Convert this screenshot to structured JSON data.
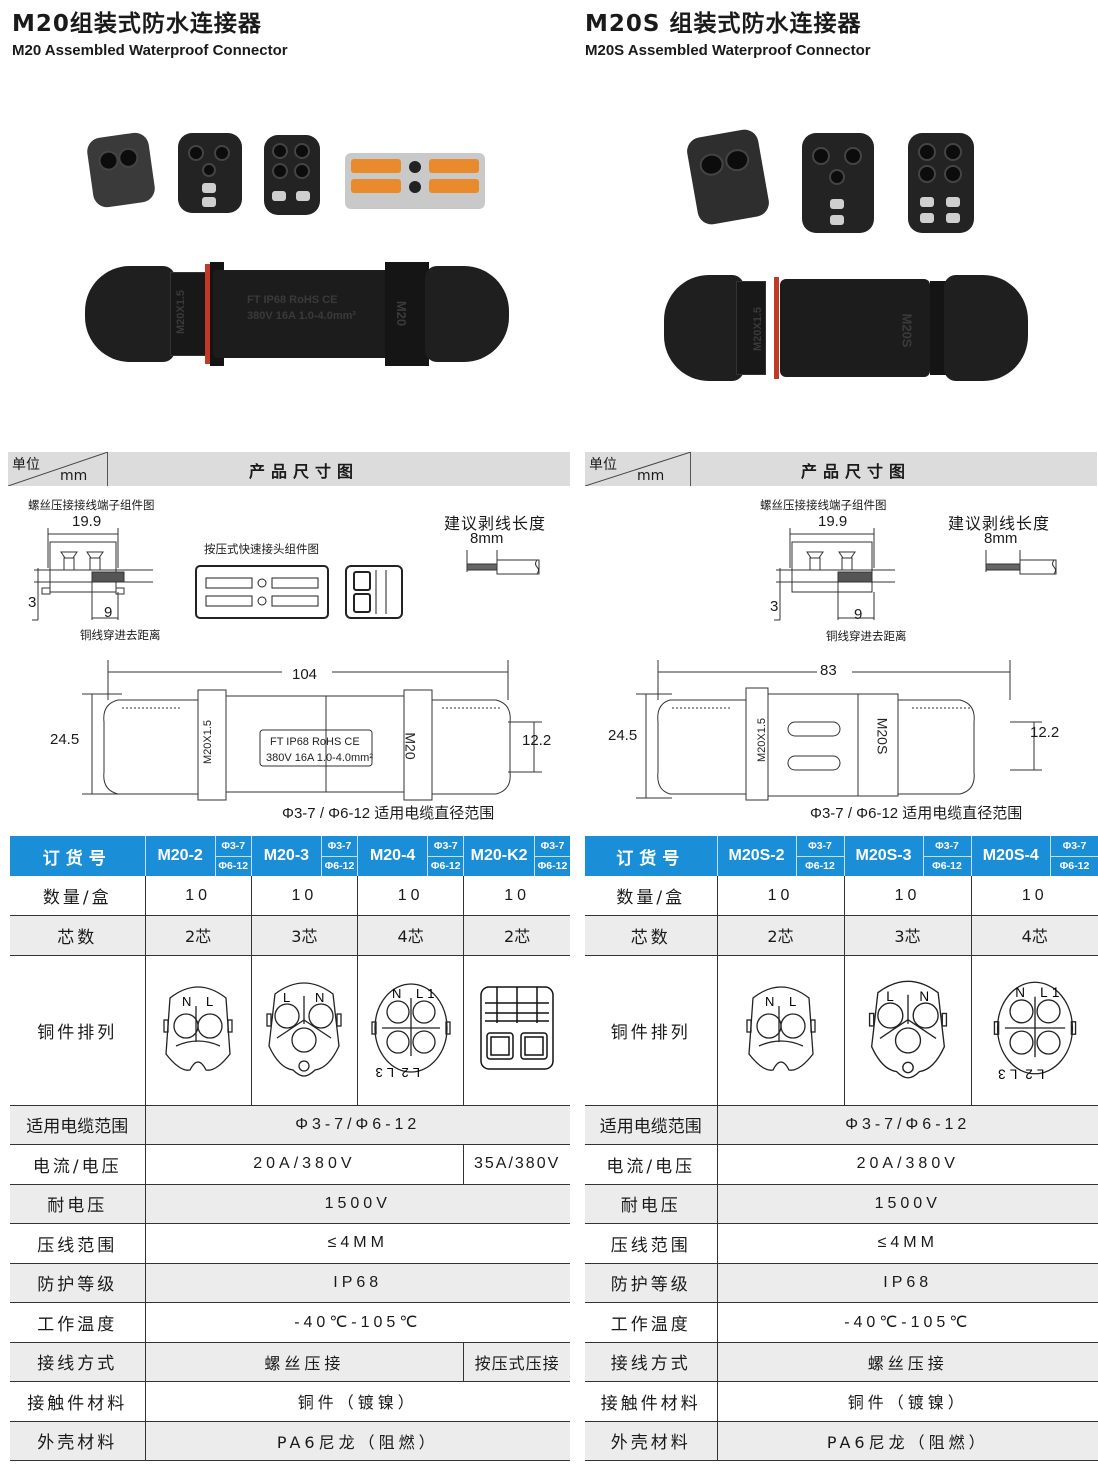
{
  "colors": {
    "table_header_blue": "#1a8fd8",
    "row_alt_gray": "#ececec",
    "dim_header_gray": "#dcdcdc",
    "oring_red": "#c23a25",
    "lever_orange": "#e98a2c"
  },
  "left": {
    "title_cn": "M20组装式防水连接器",
    "title_en": "M20 Assembled Waterproof Connector",
    "photo": {
      "connector_marking_1": "FT IP68 RoHS CE",
      "connector_marking_2": "380V 16A 1.0-4.0mm²",
      "thread_marking": "M20X1.5",
      "size_marking": "M20"
    },
    "dimensions": {
      "unit_label": "单位",
      "unit_value": "mm",
      "section_title": "产品尺寸图",
      "screw_terminal_label": "螺丝压接接线端子组件图",
      "screw_width": "19.9",
      "screw_height": "3",
      "insert_depth": "9",
      "insert_depth_label": "铜线穿进去距离",
      "push_terminal_label": "按压式快速接头组件图",
      "strip_label": "建议剥线长度",
      "strip_value": "8mm",
      "length": "104",
      "diameter": "24.5",
      "cable_dia": "12.2",
      "body_marking_1": "FT IP68 RoHS  CE",
      "body_marking_2": "380V 16A 1.0-4.0mm²",
      "thread_marking": "M20X1.5",
      "size_marking": "M20",
      "cable_range_note": "Φ3-7 / Φ6-12  适用电缆直径范围"
    },
    "table": {
      "header_label": "订货号",
      "models": [
        {
          "name": "M20-2",
          "dia_a": "Φ3-7",
          "dia_b": "Φ6-12"
        },
        {
          "name": "M20-3",
          "dia_a": "Φ3-7",
          "dia_b": "Φ6-12"
        },
        {
          "name": "M20-4",
          "dia_a": "Φ3-7",
          "dia_b": "Φ6-12"
        },
        {
          "name": "M20-K2",
          "dia_a": "Φ3-7",
          "dia_b": "Φ6-12"
        }
      ],
      "qty_label": "数量/盒",
      "qty": [
        "10",
        "10",
        "10",
        "10"
      ],
      "cores_label": "芯数",
      "cores": [
        "2芯",
        "3芯",
        "4芯",
        "2芯"
      ],
      "pin_label": "铜件排列",
      "pin_layouts": [
        {
          "type": "2-pin",
          "labels": [
            "N",
            "L"
          ]
        },
        {
          "type": "3-pin",
          "labels": [
            "L",
            "N",
            "⏚"
          ]
        },
        {
          "type": "4-pin",
          "labels": [
            "N",
            "L1",
            "L3",
            "L2"
          ]
        },
        {
          "type": "push-terminal",
          "labels": []
        }
      ],
      "cable_range_label": "适用电缆范围",
      "cable_range": "Φ3-7/Φ6-12",
      "current_label": "电流/电压",
      "current_main": "20A/380V",
      "current_k2": "35A/380V",
      "withstand_label": "耐电压",
      "withstand": "1500V",
      "crimp_label": "压线范围",
      "crimp": "≤4MM",
      "ip_label": "防护等级",
      "ip": "IP68",
      "temp_label": "工作温度",
      "temp": "-40℃-105℃",
      "wiring_label": "接线方式",
      "wiring_main": "螺丝压接",
      "wiring_k2": "按压式压接",
      "contact_label": "接触件材料",
      "contact": "铜件（镀镍）",
      "shell_label": "外壳材料",
      "shell": "PA6尼龙（阻燃）"
    }
  },
  "right": {
    "title_cn": "M20S 组装式防水连接器",
    "title_en": "M20S Assembled Waterproof Connector",
    "photo": {
      "thread_marking": "M20X1.5",
      "size_marking": "M20S"
    },
    "dimensions": {
      "unit_label": "单位",
      "unit_value": "mm",
      "section_title": "产品尺寸图",
      "screw_terminal_label": "螺丝压接接线端子组件图",
      "screw_width": "19.9",
      "screw_height": "3",
      "insert_depth": "9",
      "insert_depth_label": "铜线穿进去距离",
      "strip_label": "建议剥线长度",
      "strip_value": "8mm",
      "length": "83",
      "diameter": "24.5",
      "cable_dia": "12.2",
      "thread_marking": "M20X1.5",
      "size_marking": "M20S",
      "cable_range_note": "Φ3-7 / Φ6-12  适用电缆直径范围"
    },
    "table": {
      "header_label": "订货号",
      "models": [
        {
          "name": "M20S-2",
          "dia_a": "Φ3-7",
          "dia_b": "Φ6-12"
        },
        {
          "name": "M20S-3",
          "dia_a": "Φ3-7",
          "dia_b": "Φ6-12"
        },
        {
          "name": "M20S-4",
          "dia_a": "Φ3-7",
          "dia_b": "Φ6-12"
        }
      ],
      "qty_label": "数量/盒",
      "qty": [
        "10",
        "10",
        "10"
      ],
      "cores_label": "芯数",
      "cores": [
        "2芯",
        "3芯",
        "4芯"
      ],
      "pin_label": "铜件排列",
      "pin_layouts": [
        {
          "type": "2-pin",
          "labels": [
            "N",
            "L"
          ]
        },
        {
          "type": "3-pin",
          "labels": [
            "L",
            "N",
            "⏚"
          ]
        },
        {
          "type": "4-pin",
          "labels": [
            "N",
            "L1",
            "L3",
            "L2"
          ]
        }
      ],
      "cable_range_label": "适用电缆范围",
      "cable_range": "Φ3-7/Φ6-12",
      "current_label": "电流/电压",
      "current": "20A/380V",
      "withstand_label": "耐电压",
      "withstand": "1500V",
      "crimp_label": "压线范围",
      "crimp": "≤4MM",
      "ip_label": "防护等级",
      "ip": "IP68",
      "temp_label": "工作温度",
      "temp": "-40℃-105℃",
      "wiring_label": "接线方式",
      "wiring": "螺丝压接",
      "contact_label": "接触件材料",
      "contact": "铜件（镀镍）",
      "shell_label": "外壳材料",
      "shell": "PA6尼龙（阻燃）"
    }
  }
}
